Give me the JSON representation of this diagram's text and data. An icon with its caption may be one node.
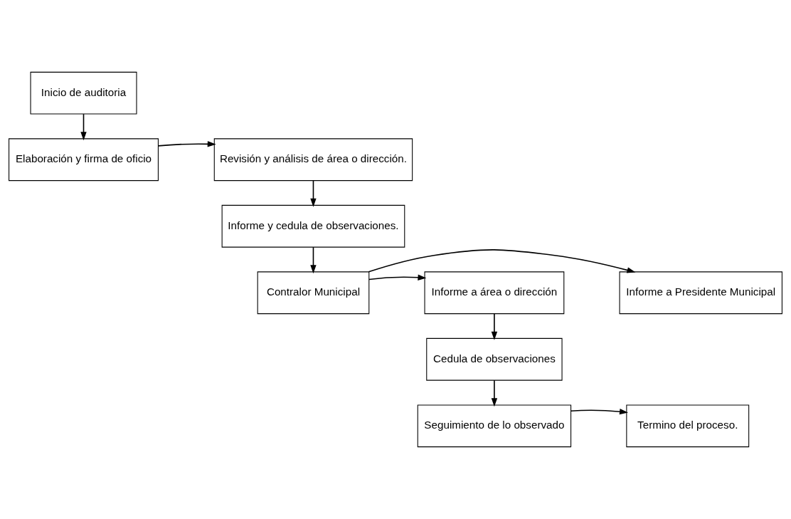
{
  "diagram": {
    "nodes": [
      {
        "text": [
          "Inicio de auditoria"
        ]
      },
      {
        "text": [
          "Elaboración y firma de oficio"
        ]
      },
      {
        "text": [
          "Revisión y análisis de área o dirección."
        ]
      },
      {
        "text": [
          "Informe y cedula de observaciones."
        ]
      },
      {
        "text": [
          "Contralor Municipal"
        ]
      },
      {
        "text": [
          "Informe a Presidente Municipal"
        ]
      },
      {
        "text": [
          "Informe a área o dirección"
        ]
      },
      {
        "text": [
          "Cedula de observaciones"
        ]
      },
      {
        "text": [
          "Seguimiento de lo observado"
        ]
      },
      {
        "text": [
          "Termino del proceso."
        ]
      }
    ],
    "edges": [
      {
        "from": 0,
        "to": 1,
        "arrow": "to"
      },
      {
        "from": 1,
        "to": 2,
        "arrow": "to"
      },
      {
        "from": 2,
        "to": 3,
        "arrow": "to"
      },
      {
        "from": 3,
        "to": 4,
        "arrow": "to"
      },
      {
        "from": 4,
        "to": 5,
        "arrow": "to"
      },
      {
        "from": 4,
        "to": 6,
        "arrow": "to"
      },
      {
        "from": 6,
        "to": 7,
        "arrow": "to"
      },
      {
        "from": 7,
        "to": 8,
        "arrow": "to"
      },
      {
        "from": 8,
        "to": 9,
        "arrow": "to"
      }
    ]
  }
}
